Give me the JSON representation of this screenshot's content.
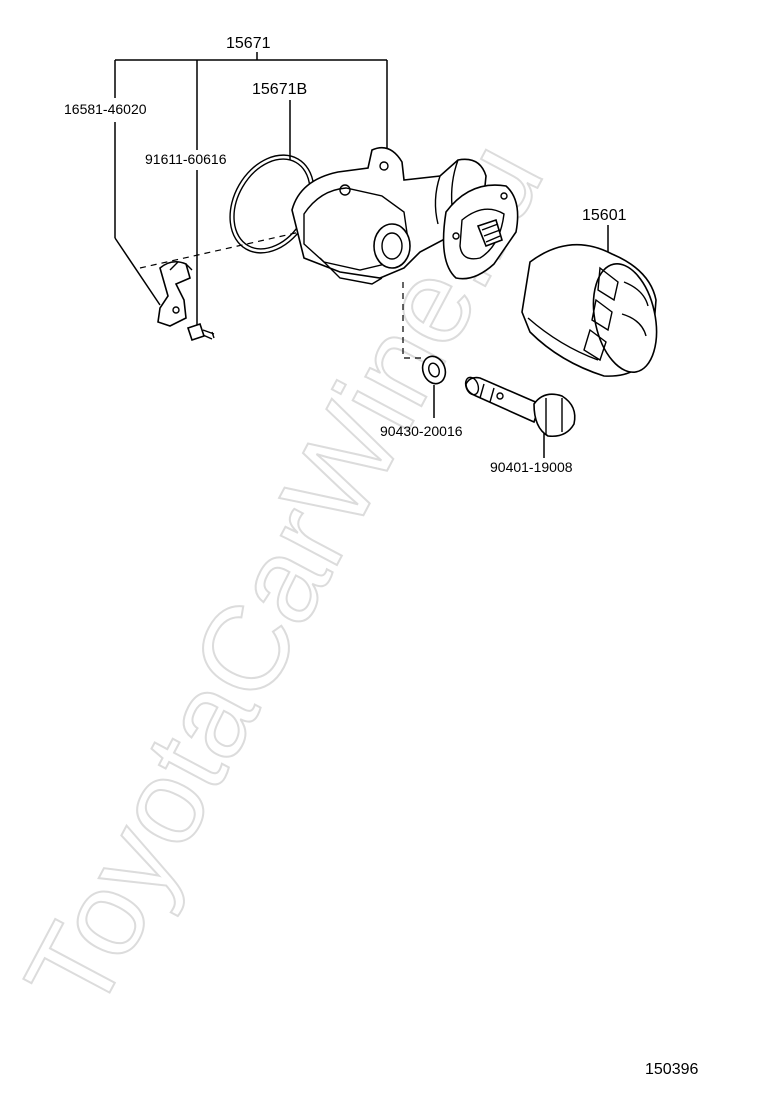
{
  "watermark": "ToyotaCarWine.ru",
  "diagram_id": "150396",
  "labels": {
    "assembly": "15671",
    "gasket": "15671B",
    "bracket": "16581-46020",
    "plug": "91611-60616",
    "filter": "15601",
    "washer": "90430-20016",
    "union_bolt": "90401-19008"
  }
}
